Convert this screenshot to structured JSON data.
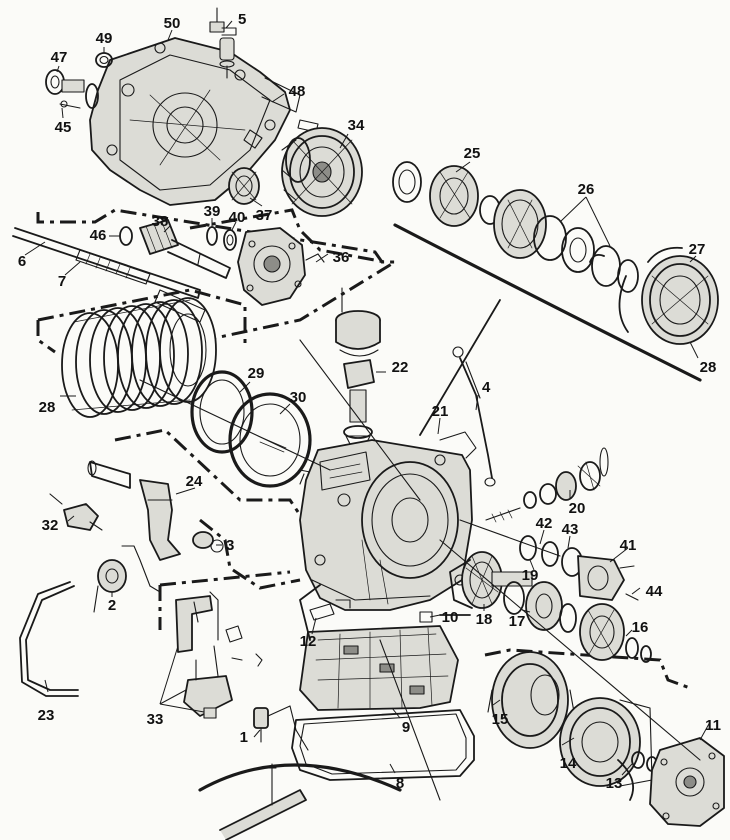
{
  "part_numbers": [
    "1",
    "2",
    "3",
    "4",
    "5",
    "6",
    "7",
    "8",
    "9",
    "10",
    "11",
    "12",
    "13",
    "14",
    "15",
    "16",
    "17",
    "18",
    "19",
    "20",
    "21",
    "22",
    "23",
    "24",
    "25",
    "26",
    "27",
    "28",
    "28",
    "29",
    "30",
    "32",
    "33",
    "34",
    "36",
    "37",
    "38",
    "39",
    "40",
    "41",
    "42",
    "43",
    "44",
    "45",
    "46",
    "47",
    "48",
    "49",
    "50"
  ]
}
